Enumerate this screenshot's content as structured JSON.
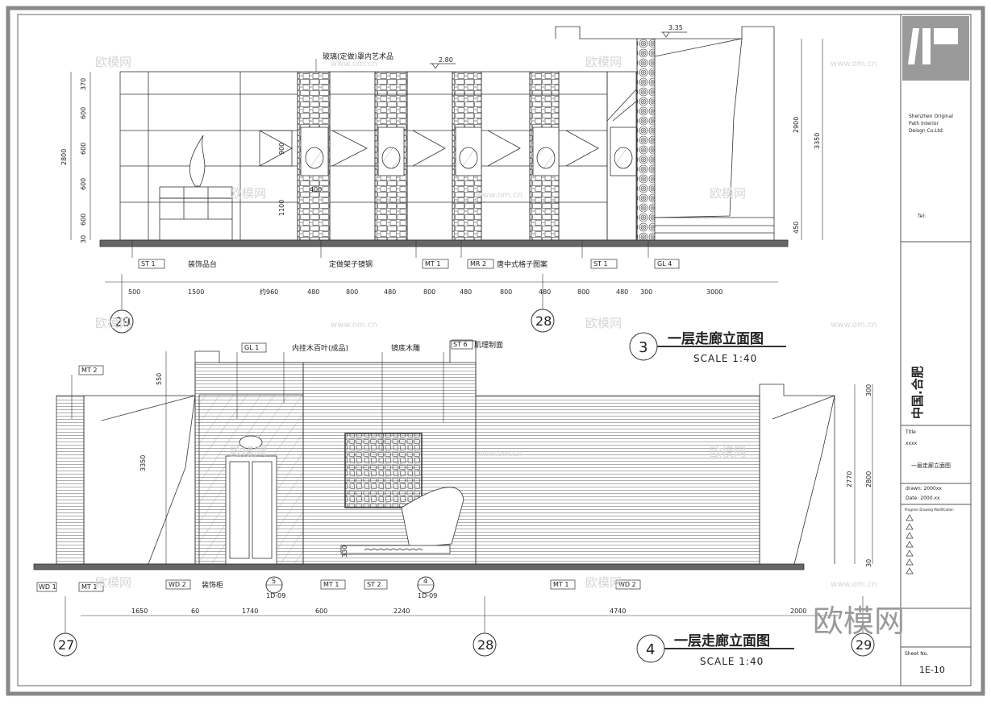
{
  "titleblock": {
    "company": [
      "Shenzhen Original",
      "Path Interior",
      "Deisgn Co.Ltd."
    ],
    "tel_label": "Tel:",
    "location": "中国.合肥",
    "drawing_name": "一层走廊立面图",
    "sheet_no": "1E-10"
  },
  "elev3": {
    "number": "3",
    "title": "一层走廊立面图",
    "scale": "SCALE 1:40",
    "level_marks": [
      "2.80",
      "3.35"
    ],
    "notes": {
      "glass_art": "玻璃(定做)罩内艺术品"
    },
    "callouts": [
      {
        "tag": "ST 1",
        "text": "装饰品台"
      },
      {
        "tag": "",
        "text": "定做架子镜钢"
      },
      {
        "tag": "MT 1",
        "text": ""
      },
      {
        "tag": "MR 2",
        "text": "唐中式格子图案"
      },
      {
        "tag": "ST 1",
        "text": ""
      },
      {
        "tag": "GL 4",
        "text": ""
      }
    ],
    "dims_h": [
      "500",
      "1500",
      "约960",
      "480",
      "800",
      "480",
      "800",
      "480",
      "800",
      "480",
      "800",
      "480",
      "300",
      "3000"
    ],
    "dims_left": [
      "370",
      "600",
      "600",
      "600",
      "600",
      "30"
    ],
    "dims_left_total": "2800",
    "dims_inner": [
      "900",
      "400",
      "1100"
    ],
    "dims_right": [
      "2900",
      "450"
    ],
    "dims_right_total": "3350",
    "grid_left": "29",
    "grid_mid": "28"
  },
  "elev4": {
    "number": "4",
    "title": "一层走廊立面图",
    "scale": "SCALE 1:40",
    "top_callouts": [
      {
        "tag": "MT 2",
        "text": ""
      },
      {
        "tag": "GL 1",
        "text": ""
      },
      {
        "tag": "",
        "text": "内挂木百叶(成品)"
      },
      {
        "tag": "",
        "text": "镜底木雕"
      },
      {
        "tag": "ST 6",
        "text": "肌理制面"
      }
    ],
    "bottom_callouts": [
      {
        "tag": "WD 1",
        "text": ""
      },
      {
        "tag": "MT 1",
        "text": ""
      },
      {
        "tag": "WD 2",
        "text": "装饰柜"
      },
      {
        "tag": "MT 1",
        "text": ""
      },
      {
        "tag": "ST 2",
        "text": ""
      },
      {
        "tag": "MT 1",
        "text": ""
      },
      {
        "tag": "WD 2",
        "text": ""
      }
    ],
    "sections": [
      {
        "num": "5",
        "ref": "1D-09"
      },
      {
        "num": "4",
        "ref": "1D-09"
      }
    ],
    "dims_h": [
      "1650",
      "60",
      "1740",
      "600",
      "2240",
      "4740",
      "2000"
    ],
    "dims_left": [
      "550",
      "3350"
    ],
    "dims_right": [
      "300",
      "2770",
      "2800",
      "30"
    ],
    "dim_small": "330",
    "grids": [
      "27",
      "28",
      "29"
    ]
  },
  "watermark": {
    "brand": "欧模网",
    "site": "www.om.cn"
  }
}
